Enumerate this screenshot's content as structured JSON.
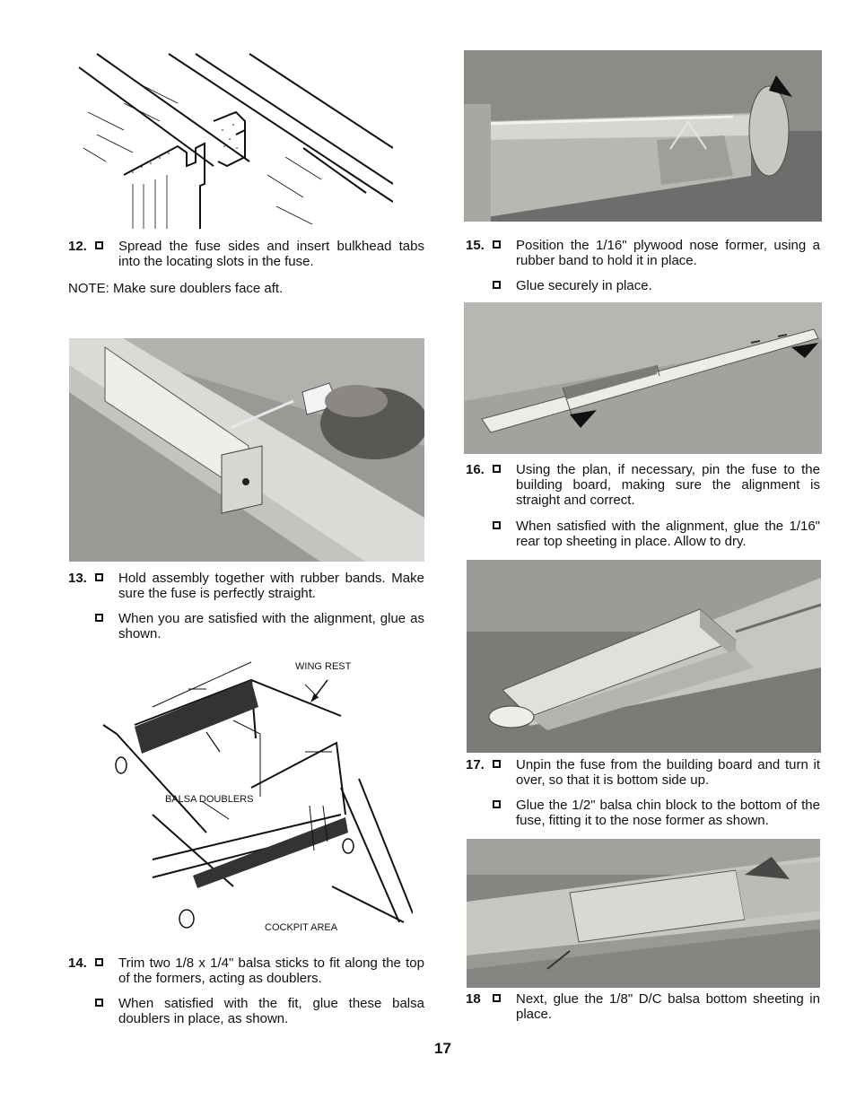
{
  "page_number": "17",
  "note": "NOTE: Make sure doublers face aft.",
  "steps": {
    "s12": {
      "num": "12.",
      "text": "Spread the fuse sides and insert bulkhead tabs into the locating slots in the fuse."
    },
    "s13": {
      "num": "13.",
      "text": "Hold assembly together with rubber bands. Make sure the fuse is perfectly straight.",
      "sub": "When you are satisfied with the alignment, glue as shown."
    },
    "s14": {
      "num": "14.",
      "text": "Trim two 1/8 x 1/4\" balsa sticks to fit along the top of the formers, acting as doublers.",
      "sub": "When satisfied with the fit, glue these balsa doublers in place, as shown."
    },
    "s15": {
      "num": "15.",
      "text": "Position the 1/16\" plywood nose former, using a rubber band to hold it in place.",
      "sub": "Glue securely in place."
    },
    "s16": {
      "num": "16.",
      "text": "Using the plan, if necessary, pin the fuse to the building board, making sure the alignment is straight and correct.",
      "sub": "When satisfied with the alignment, glue the 1/16\" rear top sheeting in place. Allow to dry."
    },
    "s17": {
      "num": "17.",
      "text": "Unpin the fuse from the building board and turn it over, so that it is bottom side up.",
      "sub": "Glue the 1/2\" balsa chin block to the bottom of the fuse, fitting it to the nose former as shown."
    },
    "s18": {
      "num": "18",
      "text": "Next, glue the 1/8\" D/C balsa bottom sheeting in place."
    }
  },
  "diagram_labels": {
    "wing_rest": "WING REST",
    "balsa_doublers": "BALSA DOUBLERS",
    "cockpit_area": "COCKPIT AREA"
  }
}
